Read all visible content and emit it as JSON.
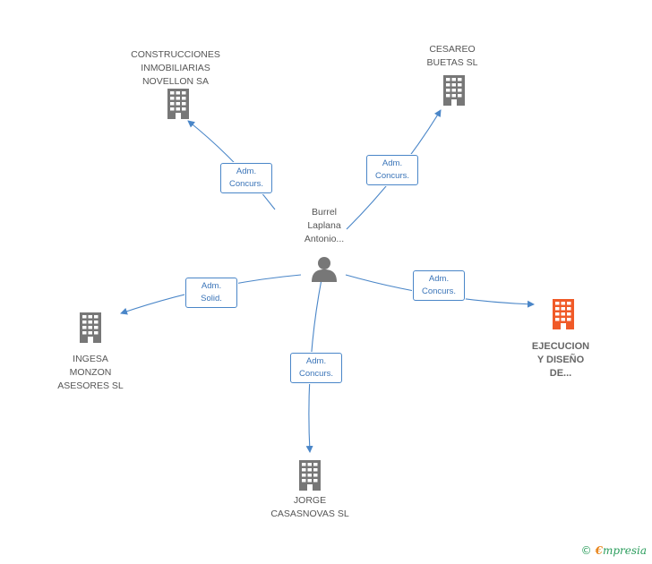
{
  "center": {
    "name": "Burrel\nLaplana\nAntonio..."
  },
  "nodes": [
    {
      "id": "construcciones",
      "name": "CONSTRUCCIONES\nINMOBILIARIAS\nNOVELLON SA",
      "relation": "Adm.\nConcurs.",
      "highlight": false
    },
    {
      "id": "cesareo",
      "name": "CESAREO\nBUETAS SL",
      "relation": "Adm.\nConcurs.",
      "highlight": false
    },
    {
      "id": "ingesa",
      "name": "INGESA\nMONZON\nASESORES SL",
      "relation": "Adm.\nSolid.",
      "highlight": false
    },
    {
      "id": "ejecucion",
      "name": "EJECUCION\nY DISEÑO\nDE...",
      "relation": "Adm.\nConcurs.",
      "highlight": true
    },
    {
      "id": "jorge",
      "name": "JORGE\nCASASNOVAS SL",
      "relation": "Adm.\nConcurs.",
      "highlight": false
    }
  ],
  "colors": {
    "edge": "#4a86c8",
    "building": "#777777",
    "building_highlight": "#f05a28",
    "person": "#777777"
  },
  "watermark": {
    "copyright": "©",
    "brand_initial": "€",
    "brand_rest": "mpresia"
  }
}
